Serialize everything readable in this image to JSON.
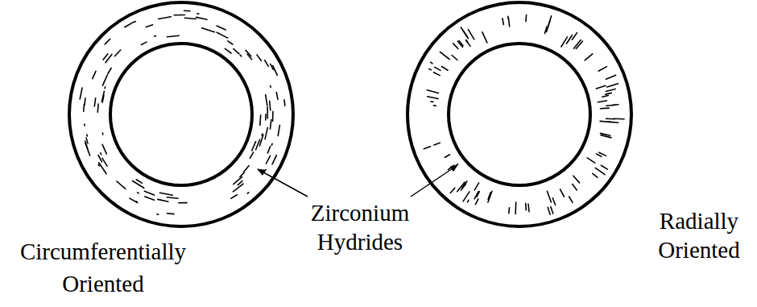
{
  "diagram": {
    "labels": [
      "Circumferentially Oriented",
      "Zirconium Hydrides",
      "Radially Oriented"
    ]
  }
}
